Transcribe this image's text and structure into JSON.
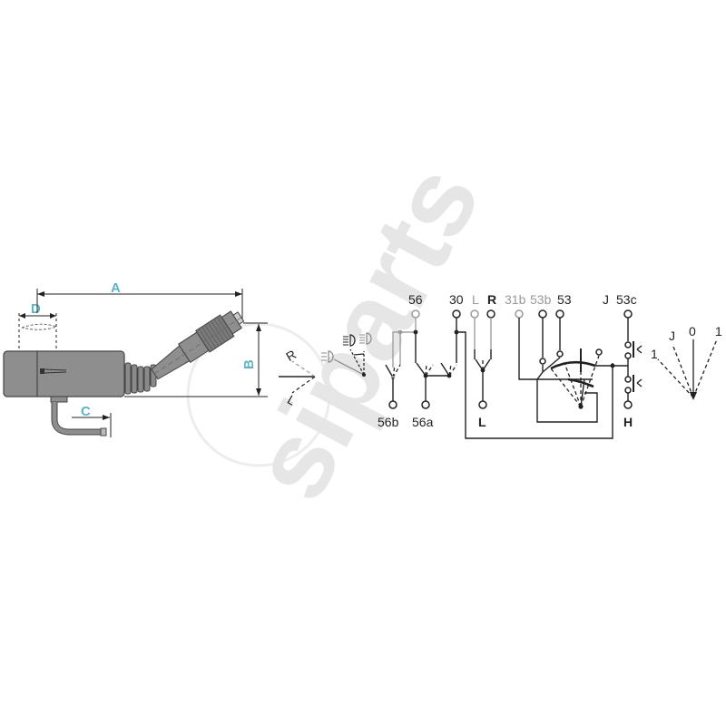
{
  "watermark": {
    "text": "siparts",
    "color": "#e6e6e6"
  },
  "dimensions": {
    "color": "#5fb3c4",
    "A": "A",
    "B": "B",
    "C": "C",
    "D": "D"
  },
  "lever_positions": {
    "R": "R",
    "L": "L"
  },
  "terminals": {
    "t56": "56",
    "t30": "30",
    "tL_top": "L",
    "tR": "R",
    "t31b": "31b",
    "t53b": "53b",
    "t53": "53",
    "tJ": "J",
    "t53c": "53c",
    "t56b": "56b",
    "t56a": "56a",
    "tL_bottom": "L",
    "tH": "H"
  },
  "wiper_positions": {
    "J": "J",
    "zero": "0",
    "one_right": "1",
    "one_left": "1"
  },
  "colors": {
    "line": "#222222",
    "inactive": "#9a9a9a",
    "body_fill": "#8e8e8e"
  }
}
